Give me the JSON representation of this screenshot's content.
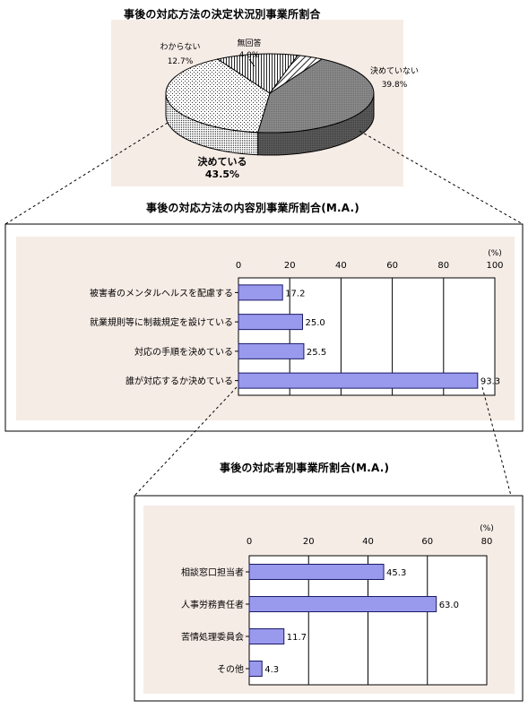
{
  "titles": {
    "pie": "事後の対応方法の決定状況別事業所割合",
    "bar1": "事後の対応方法の内容別事業所割合(M.A.)",
    "bar2": "事後の対応者別事業所割合(M.A.)"
  },
  "colors": {
    "panel_bg": "#f6ece6",
    "bar_fill": "#9999ee",
    "bar_stroke": "#1a1a66"
  },
  "chart_data": [
    {
      "type": "pie",
      "title": "事後の対応方法の決定状況別事業所割合",
      "slices": [
        {
          "label": "決めている",
          "value_label": "43.5%",
          "value": 43.5,
          "pattern": "solid-gray"
        },
        {
          "label": "決めていない",
          "value_label": "39.8%",
          "value": 39.8,
          "pattern": "dots"
        },
        {
          "label": "わからない",
          "value_label": "12.7%",
          "value": 12.7,
          "pattern": "vertical-lines"
        },
        {
          "label": "無回答",
          "value_label": "4.0%",
          "value": 4.0,
          "pattern": "diagonal-hatch"
        }
      ]
    },
    {
      "type": "bar",
      "orientation": "horizontal",
      "title": "事後の対応方法の内容別事業所割合(M.A.)",
      "unit": "(%)",
      "xlim": [
        0,
        100
      ],
      "ticks": [
        "0",
        "20",
        "40",
        "60",
        "80",
        "100"
      ],
      "tick_values": [
        0,
        20,
        40,
        60,
        80,
        100
      ],
      "categories": [
        "被害者のメンタルヘルスを配慮する",
        "就業規則等に制裁規定を設けている",
        "対応の手順を決めている",
        "誰が対応するか決めている"
      ],
      "values": [
        17.2,
        25.0,
        25.5,
        93.3
      ],
      "value_labels": [
        "17.2",
        "25.0",
        "25.5",
        "93.3"
      ]
    },
    {
      "type": "bar",
      "orientation": "horizontal",
      "title": "事後の対応者別事業所割合(M.A.)",
      "unit": "(%)",
      "xlim": [
        0,
        80
      ],
      "ticks": [
        "0",
        "20",
        "40",
        "60",
        "80"
      ],
      "tick_values": [
        0,
        20,
        40,
        60,
        80
      ],
      "categories": [
        "相談窓口担当者",
        "人事労務責任者",
        "苦情処理委員会",
        "その他"
      ],
      "values": [
        45.3,
        63.0,
        11.7,
        4.3
      ],
      "value_labels": [
        "45.3",
        "63.0",
        "11.7",
        "4.3"
      ]
    }
  ]
}
